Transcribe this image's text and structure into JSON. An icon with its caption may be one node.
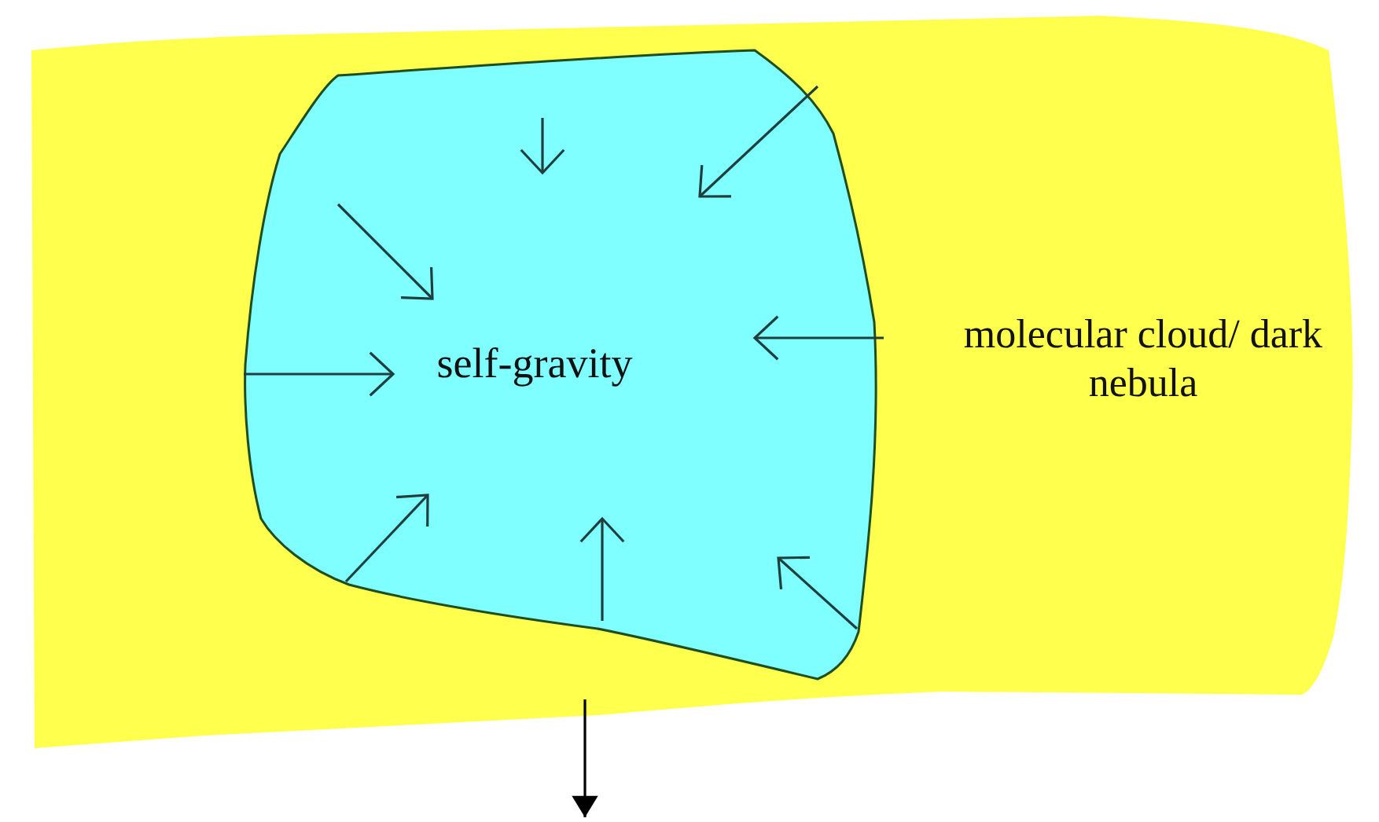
{
  "diagram": {
    "nodes": [
      {
        "text": [
          "molecular cloud/ dark nebula"
        ]
      },
      {
        "text": [
          "self-gravity"
        ],
        "in": 0
      }
    ]
  }
}
